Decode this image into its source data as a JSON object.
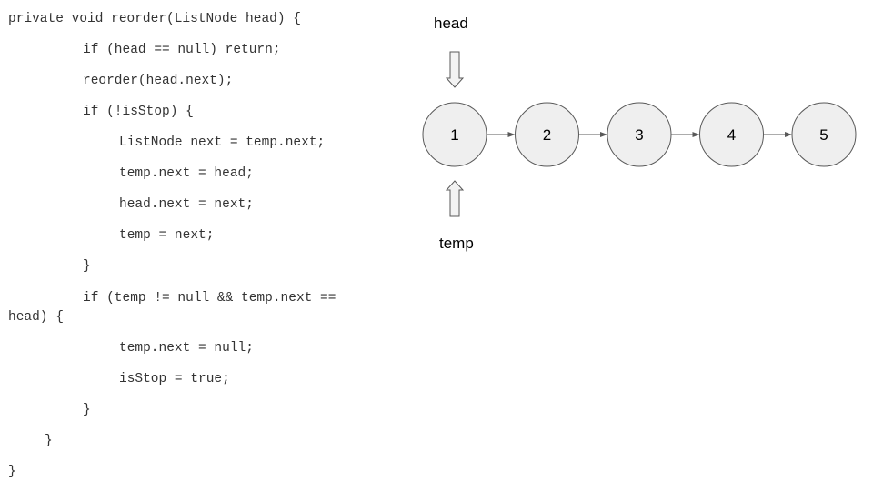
{
  "code": {
    "lines": [
      "private void reorder(ListNode head) {",
      "if (head == null) return;",
      "reorder(head.next);",
      "if (!isStop) {",
      "ListNode next = temp.next;",
      "temp.next = head;",
      "head.next = next;",
      "temp = next;",
      "}",
      "if (temp != null && temp.next ==",
      "head) {",
      "temp.next = null;",
      "isStop = true;",
      "}",
      "}",
      "}"
    ]
  },
  "diagram": {
    "head_label": "head",
    "temp_label": "temp",
    "nodes": [
      "1",
      "2",
      "3",
      "4",
      "5"
    ],
    "node_fill": "#efefef",
    "node_stroke": "#595959",
    "pointer_fill": "#f3f3f3",
    "pointer_stroke": "#595959"
  }
}
